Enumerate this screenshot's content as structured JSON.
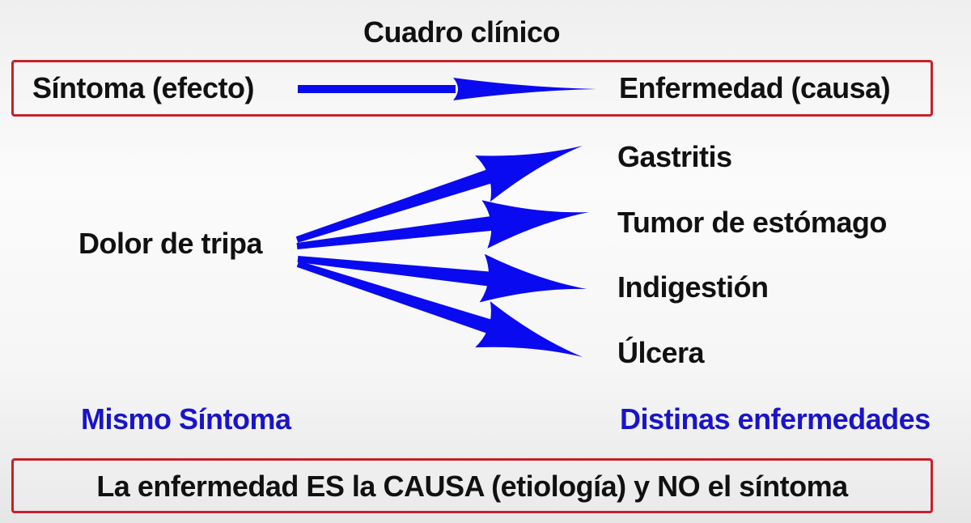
{
  "title": "Cuadro clínico",
  "header_row": {
    "symptom": "Síntoma (efecto)",
    "disease": "Enfermedad (causa)"
  },
  "source_symptom": "Dolor de tripa",
  "diseases": [
    "Gastritis",
    "Tumor de estómago",
    "Indigestión",
    "Úlcera"
  ],
  "left_caption": "Mismo Síntoma",
  "right_caption": "Distinas enfermedades",
  "conclusion": "La enfermedad ES la CAUSA (etiología) y NO el síntoma",
  "colors": {
    "arrow": "#0a0af0",
    "box_border": "#c8202a",
    "caption": "#1a14c8",
    "text": "#111111"
  },
  "icons": [
    "arrow-right-icon"
  ]
}
